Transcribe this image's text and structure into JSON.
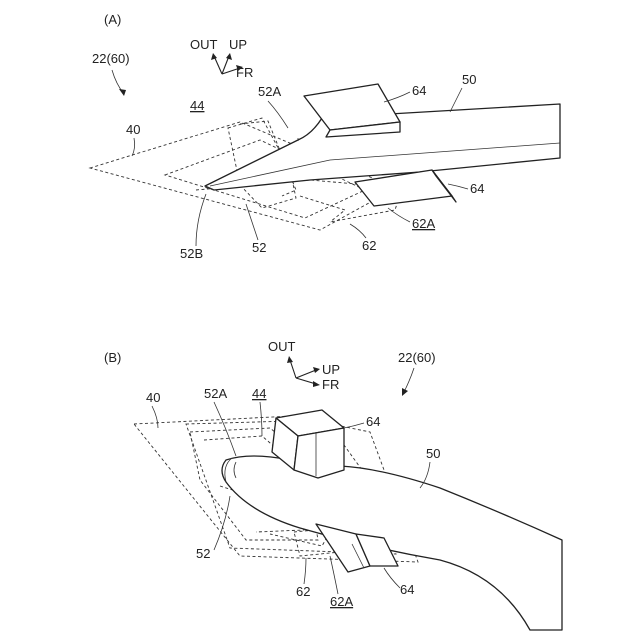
{
  "panels": [
    {
      "id": "A",
      "panel_label": "(A)",
      "assembly_label": "22(60)",
      "axes": {
        "out": "OUT",
        "up": "UP",
        "fr": "FR"
      },
      "labels": {
        "l44": "44",
        "l52A": "52A",
        "l64_top": "64",
        "l50": "50",
        "l40": "40",
        "l64_bottom": "64",
        "l62A": "62A",
        "l52B": "52B",
        "l52": "52",
        "l62": "62"
      }
    },
    {
      "id": "B",
      "panel_label": "(B)",
      "assembly_label": "22(60)",
      "axes": {
        "out": "OUT",
        "up": "UP",
        "fr": "FR"
      },
      "labels": {
        "l40": "40",
        "l52A": "52A",
        "l44": "44",
        "l64_top": "64",
        "l50": "50",
        "l52": "52",
        "l62": "62",
        "l62A": "62A",
        "l64_bottom": "64"
      }
    }
  ]
}
